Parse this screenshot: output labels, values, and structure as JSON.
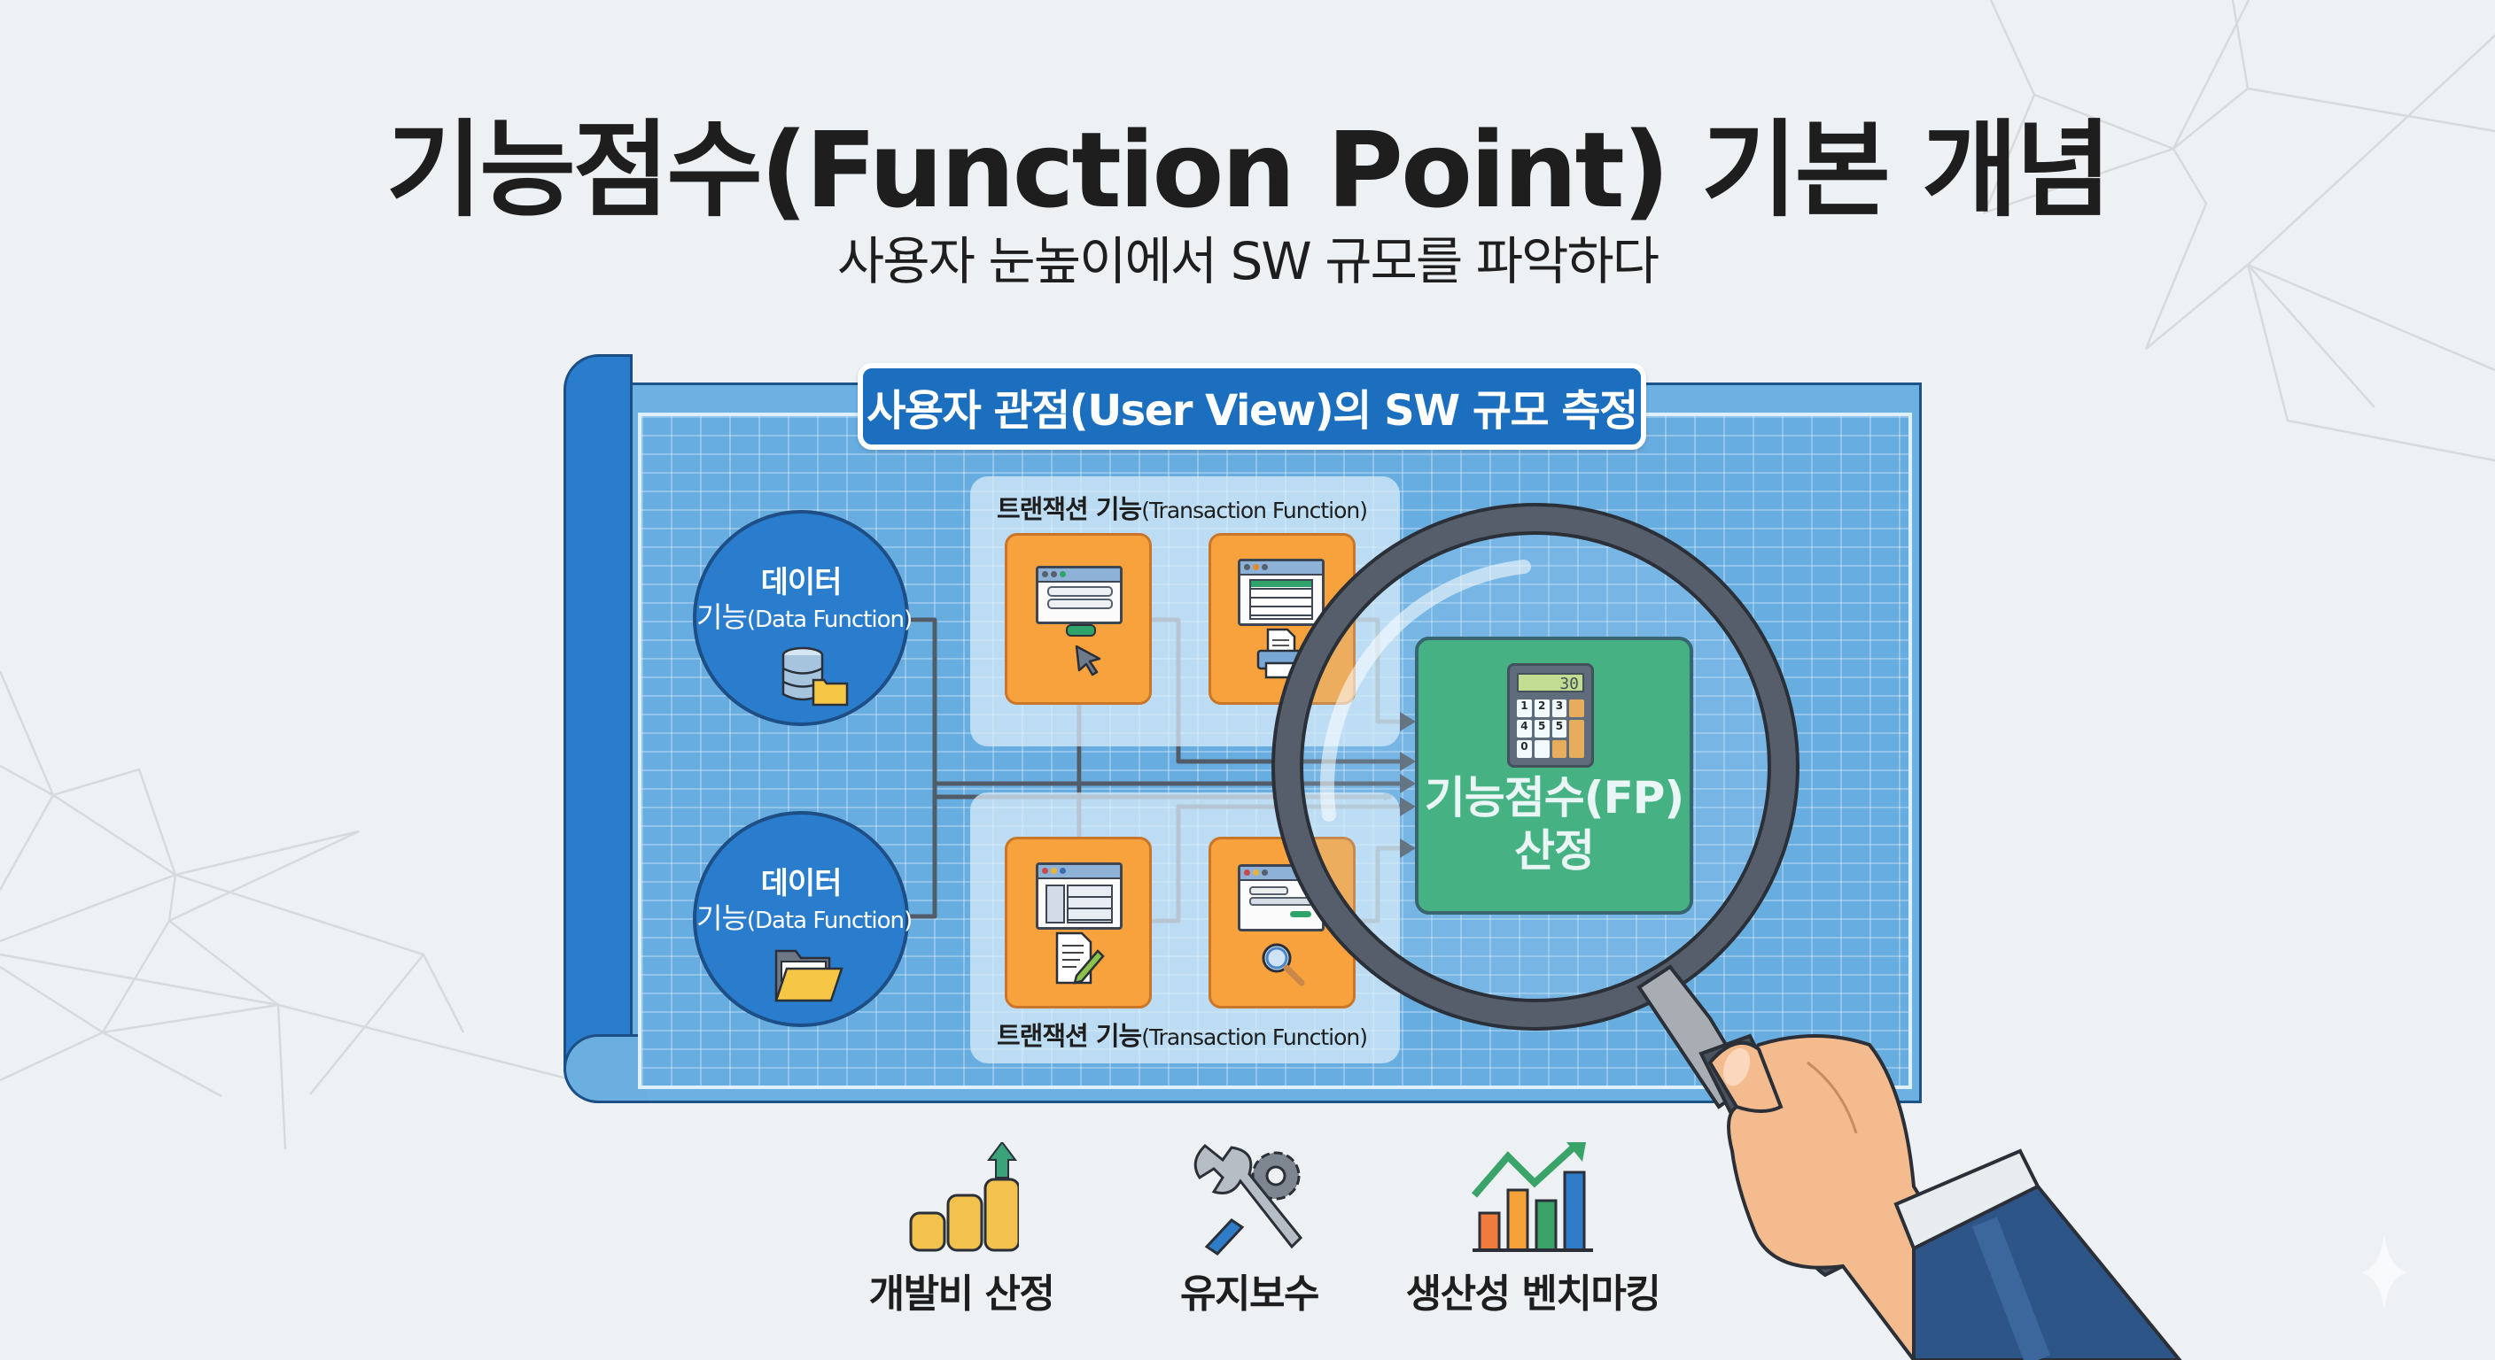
{
  "header": {
    "title": "기능점수(Function Point) 기본 개념",
    "subtitle": "사용자 눈높이에서 SW 규모를 파악하다"
  },
  "blueprint": {
    "banner": "사용자 관점(User View)의 SW 규모 측정",
    "data_functions": [
      {
        "line1": "데이터",
        "line2_ko": "기능",
        "line2_en": "(Data Function)",
        "icon": "database-folder-icon"
      },
      {
        "line1": "데이터",
        "line2_ko": "기능",
        "line2_en": "(Data Function)",
        "icon": "open-folder-icon"
      }
    ],
    "transaction_panels": [
      {
        "label_ko": "트랜잭션 기능",
        "label_en": "(Transaction Function)",
        "cards": [
          {
            "icon": "input-form-cursor-icon"
          },
          {
            "icon": "report-table-printer-icon"
          }
        ]
      },
      {
        "label_ko": "트랜잭션 기능",
        "label_en": "(Transaction Function)",
        "cards": [
          {
            "icon": "form-edit-document-icon"
          },
          {
            "icon": "search-form-magnifier-icon"
          }
        ]
      }
    ],
    "result": {
      "line1": "기능점수(FP)",
      "line2": "산정",
      "calculator_display": "30",
      "calculator_keys": [
        "1",
        "2",
        "3",
        "4",
        "5",
        "5",
        "0"
      ],
      "icon": "calculator-icon"
    }
  },
  "applications": [
    {
      "label": "개발비 산정",
      "icon": "coins-growth-icon"
    },
    {
      "label": "유지보수",
      "icon": "wrench-gear-icon"
    },
    {
      "label": "생산성 벤치마킹",
      "icon": "bar-chart-trend-icon"
    }
  ],
  "colors": {
    "background": "#edf1f4",
    "blueprint_blue": "#68ade0",
    "banner_blue": "#1c6fbe",
    "data_circle": "#2a7ccc",
    "transaction_card": "#f8a23e",
    "fp_green": "#2ca86a",
    "magnifier": "#474f5a",
    "sleeve": "#2d5588"
  }
}
